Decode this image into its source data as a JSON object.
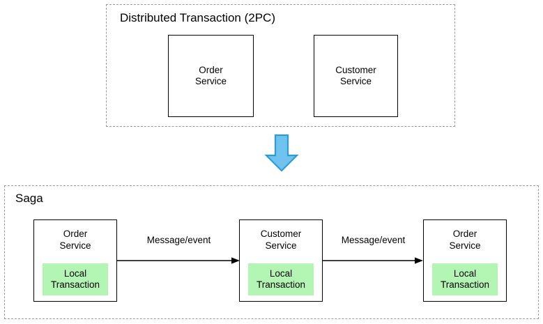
{
  "diagram": {
    "background": "#ffffff",
    "colors": {
      "box_stroke": "#000000",
      "group_stroke": "#9a9a9a",
      "local_transaction_fill": "#b3f5b3",
      "big_arrow_fill": "#6fc3ee",
      "big_arrow_stroke": "#2e9bd6",
      "text": "#000000"
    },
    "groups": [
      {
        "id": "distributed-transaction",
        "title": "Distributed Transaction (2PC)",
        "services": [
          {
            "id": "order-service",
            "label": "Order\nService"
          },
          {
            "id": "customer-service",
            "label": "Customer\nService"
          }
        ]
      },
      {
        "id": "saga",
        "title": "Saga",
        "services": [
          {
            "id": "order-service-1",
            "label": "Order\nService",
            "local_transaction": "Local\nTransaction"
          },
          {
            "id": "customer-service-1",
            "label": "Customer\nService",
            "local_transaction": "Local\nTransaction"
          },
          {
            "id": "order-service-2",
            "label": "Order\nService",
            "local_transaction": "Local\nTransaction"
          }
        ],
        "connectors": [
          {
            "id": "connector-1",
            "label": "Message/event",
            "from": "order-service-1",
            "to": "customer-service-1"
          },
          {
            "id": "connector-2",
            "label": "Message/event",
            "from": "customer-service-1",
            "to": "order-service-2"
          }
        ]
      }
    ],
    "transition_arrow": {
      "id": "transition-arrow",
      "direction": "down",
      "meaning": "replaced by"
    }
  }
}
